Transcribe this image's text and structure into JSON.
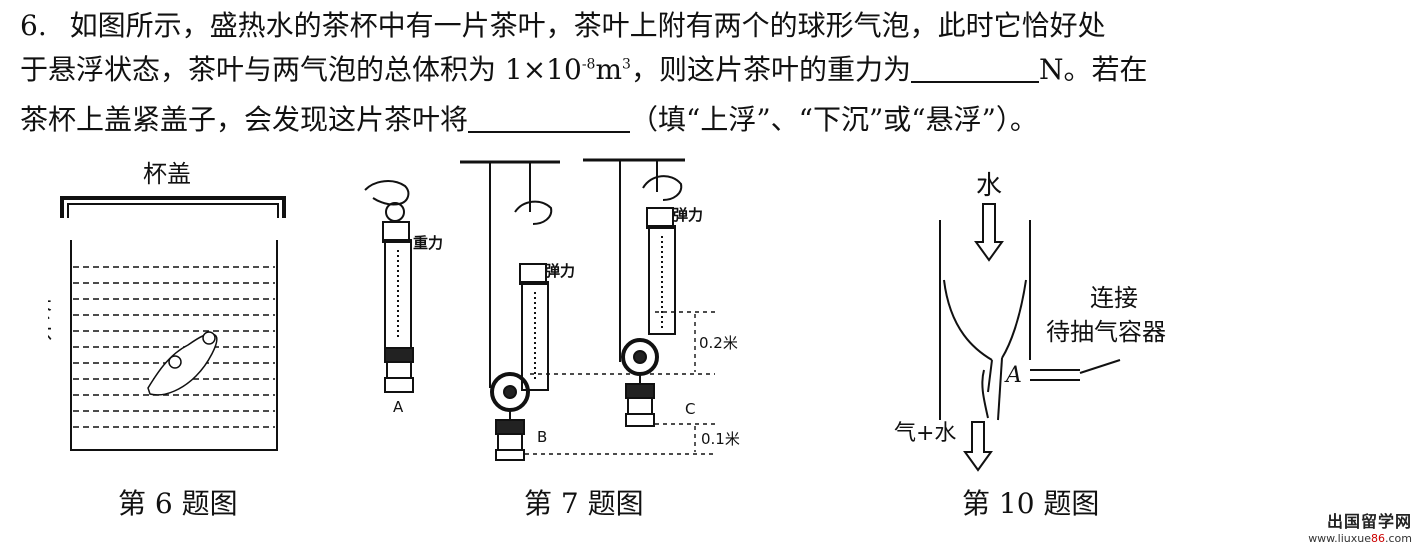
{
  "question": {
    "number": "6.",
    "line1": "如图所示，盛热水的茶杯中有一片茶叶，茶叶上附有两个的球形气泡，此时它恰好处",
    "line2_a": "于悬浮状态，茶叶与两气泡的总体积为 1×10",
    "line2_exp1": "-8",
    "line2_b": "m",
    "line2_exp2": "3",
    "line2_c": "，则这片茶叶的重力为",
    "line2_d": "N。若在",
    "line3_a": "茶杯上盖紧盖子，会发现这片茶叶将",
    "line3_b": "（填“上浮”、“下沉”或“悬浮”）。"
  },
  "fig6": {
    "lid_label": "杯盖",
    "cup_label_1": "茶",
    "cup_label_2": "杯",
    "caption": "第 6 题图"
  },
  "fig7": {
    "gravity_label": "重力",
    "elastic_label_1": "弹力",
    "elastic_label_2": "弹力",
    "dist1": "0.2米",
    "dist2": "0.1米",
    "label_a": "A",
    "label_b": "B",
    "label_c": "C",
    "caption": "第 7 题图"
  },
  "fig10": {
    "water_label": "水",
    "connect_line1": "连接",
    "connect_line2": "待抽气容器",
    "point_a": "A",
    "gas_water_label": "气+水",
    "caption": "第 10 题图"
  },
  "watermark": {
    "line1": "出国留学网",
    "line2_prefix": "www.liuxue",
    "line2_num": "86",
    "line2_suffix": ".com"
  }
}
